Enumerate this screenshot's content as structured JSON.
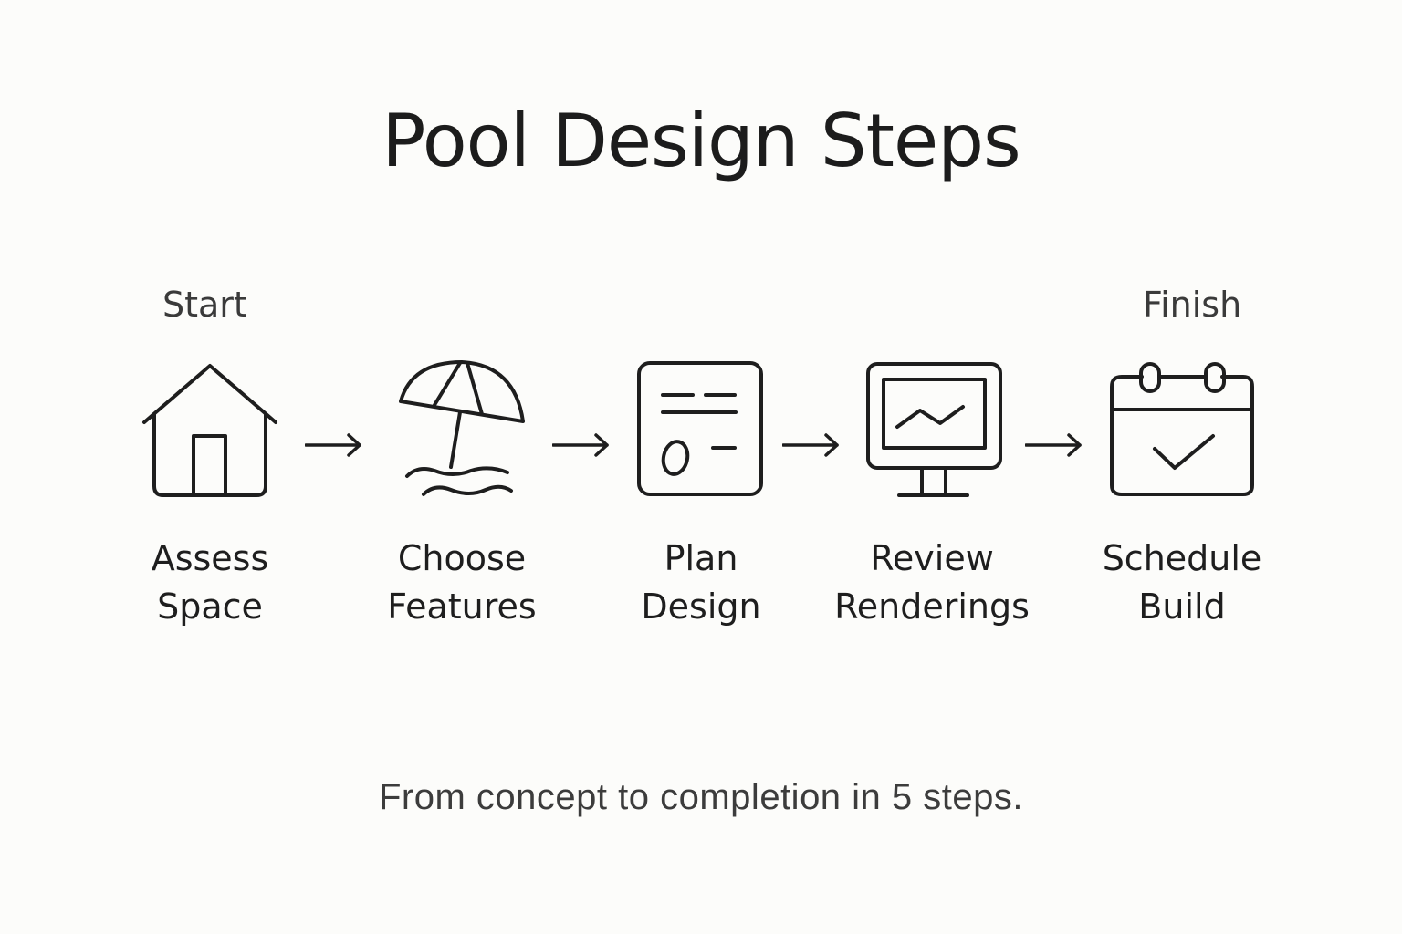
{
  "title": "Pool Design Steps",
  "start_label": "Start",
  "finish_label": "Finish",
  "steps": [
    {
      "icon": "house-icon",
      "line1": "Assess",
      "line2": "Space"
    },
    {
      "icon": "beach-umbrella-icon",
      "line1": "Choose",
      "line2": "Features"
    },
    {
      "icon": "document-plan-icon",
      "line1": "Plan",
      "line2": "Design"
    },
    {
      "icon": "monitor-chart-icon",
      "line1": "Review",
      "line2": "Renderings"
    },
    {
      "icon": "calendar-check-icon",
      "line1": "Schedule",
      "line2": "Build"
    }
  ],
  "connector": "right-arrow-icon",
  "tagline": "From concept to completion in 5 steps.",
  "colors": {
    "background": "#fcfcfa",
    "stroke": "#1e1e1e",
    "secondary_text": "#3a3a3a"
  }
}
